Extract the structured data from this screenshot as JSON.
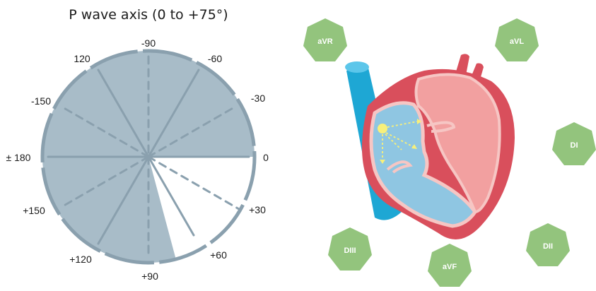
{
  "title": "P wave axis (0 to +75°)",
  "axis_labels": {
    "neg90": "-90",
    "neg60": "-60",
    "neg30": "-30",
    "zero": "0",
    "pos30": "+30",
    "pos60": "+60",
    "pos90": "+90",
    "pos120": "+120",
    "pos150": "+150",
    "pm180": "± 180",
    "neg150": "-150",
    "pos120b": "120"
  },
  "normal_range_deg": [
    0,
    75
  ],
  "leads": {
    "avr": "aVR",
    "avl": "aVL",
    "di": "DI",
    "dii": "DII",
    "diii": "DIII",
    "avf": "aVF"
  },
  "colors": {
    "disc": "#a8bcc8",
    "rim": "#8aa0ae",
    "spoke": "#8aa0ae",
    "lead_badge": "#93c47d",
    "heart_outer": "#d94f5c",
    "heart_inner": "#f2a0a0",
    "chamber": "#8fc6e2",
    "vessel": "#1ea7d4",
    "pacemaker": "#f8f07a"
  }
}
